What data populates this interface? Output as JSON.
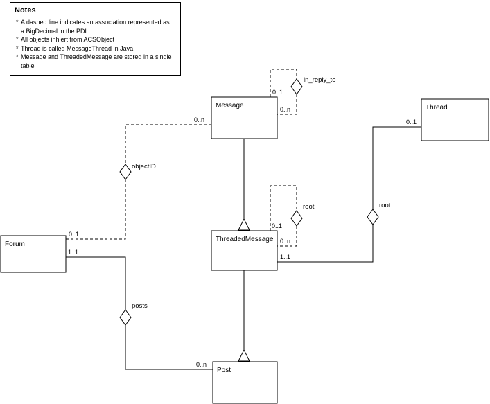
{
  "notes": {
    "title": "Notes",
    "bullet": "*",
    "items": [
      "A dashed line indicates an association represented as a BigDecimal in the PDL",
      "All objects inhiert from ACSObject",
      "Thread is called MessageThread in Java",
      "Message and ThreadedMessage are stored in a single table"
    ]
  },
  "classes": {
    "message": {
      "name": "Message"
    },
    "thread": {
      "name": "Thread"
    },
    "forum": {
      "name": "Forum"
    },
    "threaded_message": {
      "name": "ThreadedMessage"
    },
    "post": {
      "name": "Post"
    }
  },
  "associations": {
    "in_reply_to": {
      "label": "in_reply_to",
      "mult_top": "0..1",
      "mult_bottom": "0..n"
    },
    "object_id": {
      "label": "objectID",
      "mult_message": "0..n",
      "mult_forum": "0..1"
    },
    "root_self": {
      "label": "root",
      "mult_top": "0..1",
      "mult_bottom": "0..n"
    },
    "root_thread": {
      "label": "root",
      "mult_thread": "0..1",
      "mult_threaded_message": "1..1"
    },
    "posts": {
      "label": "posts",
      "mult_forum": "1..1",
      "mult_post": "0..n"
    }
  }
}
